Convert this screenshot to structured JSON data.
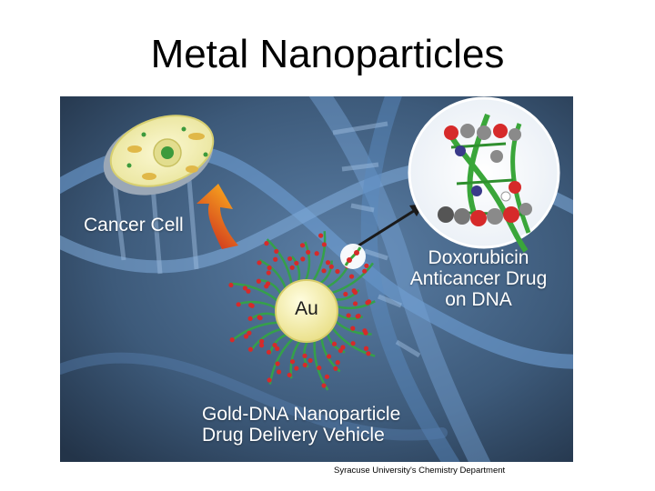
{
  "slide": {
    "title": "Metal Nanoparticles",
    "credit": "Syracuse University's Chemistry Department"
  },
  "figure": {
    "labels": {
      "cancer_cell": "Cancer Cell",
      "drug_line1": "Doxorubicin",
      "drug_line2": "Anticancer Drug",
      "drug_line3": "on DNA",
      "core": "Au",
      "vehicle_line1": "Gold-DNA Nanoparticle",
      "vehicle_line2": "Drug Delivery Vehicle"
    },
    "colors": {
      "background": "#3d5a7a",
      "helix": "#6f9fd6",
      "gold_core": "#f5f0a8",
      "strand": "#35a04a",
      "drug_red": "#d62a2a",
      "arrow_orange": "#f07a1a",
      "cell_fill": "#f4f1b8"
    }
  }
}
